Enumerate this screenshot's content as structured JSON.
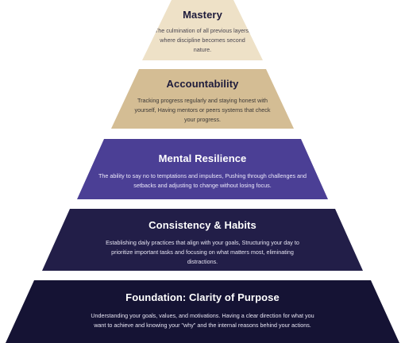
{
  "colors": {
    "mastery": "#eee1c7",
    "accountability": "#d4bd94",
    "mental_resilience": "#4b3f95",
    "consistency_habits": "#221e48",
    "foundation": "#151334"
  },
  "tiers": [
    {
      "title": "Mastery",
      "description": "The culmination of all previous layers, where discipline becomes second nature."
    },
    {
      "title": "Accountability",
      "description": "Tracking progress regularly and staying honest with yourself, Having mentors or peers systems that check your progress."
    },
    {
      "title": "Mental Resilience",
      "description": "The ability to say no to temptations and impulses, Pushing through challenges and setbacks and adjusting to change without losing focus."
    },
    {
      "title": "Consistency & Habits",
      "description": "Establishing daily practices that align with your goals, Structuring your day to prioritize important tasks and focusing on what matters most, eliminating distractions."
    },
    {
      "title": "Foundation: Clarity of Purpose",
      "description": "Understanding your goals, values, and motivations. Having a clear direction for what you want to achieve and knowing your \"why\" and the internal reasons behind your actions."
    }
  ]
}
